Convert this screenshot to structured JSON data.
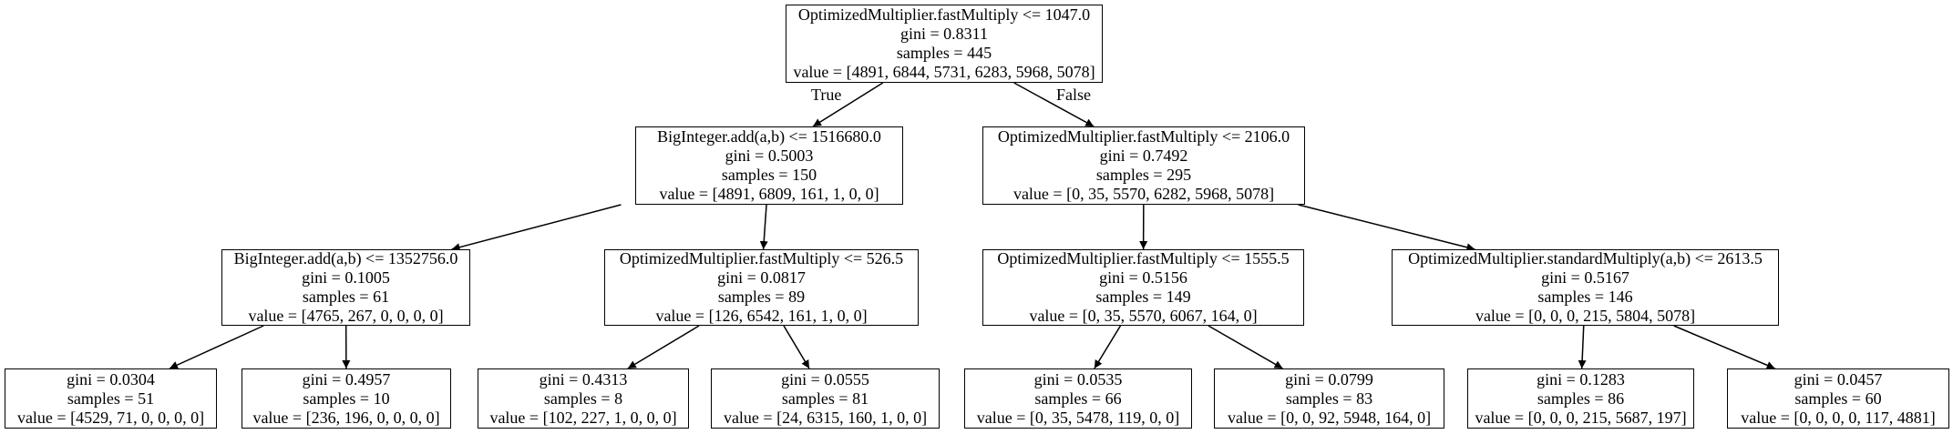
{
  "nodes": [
    {
      "id": "n0",
      "lines": [
        "OptimizedMultiplier.fastMultiply <= 1047.0",
        "gini = 0.8311",
        "samples = 445",
        "value = [4891, 6844, 5731, 6283, 5968, 5078]"
      ]
    },
    {
      "id": "n1",
      "lines": [
        "BigInteger.add(a,b) <= 1516680.0",
        "gini = 0.5003",
        "samples = 150",
        "value = [4891, 6809, 161, 1, 0, 0]"
      ]
    },
    {
      "id": "n2",
      "lines": [
        "OptimizedMultiplier.fastMultiply <= 2106.0",
        "gini = 0.7492",
        "samples = 295",
        "value = [0, 35, 5570, 6282, 5968, 5078]"
      ]
    },
    {
      "id": "n3",
      "lines": [
        "BigInteger.add(a,b) <= 1352756.0",
        "gini = 0.1005",
        "samples = 61",
        "value = [4765, 267, 0, 0, 0, 0]"
      ]
    },
    {
      "id": "n4",
      "lines": [
        "OptimizedMultiplier.fastMultiply <= 526.5",
        "gini = 0.0817",
        "samples = 89",
        "value = [126, 6542, 161, 1, 0, 0]"
      ]
    },
    {
      "id": "n5",
      "lines": [
        "OptimizedMultiplier.fastMultiply <= 1555.5",
        "gini = 0.5156",
        "samples = 149",
        "value = [0, 35, 5570, 6067, 164, 0]"
      ]
    },
    {
      "id": "n6",
      "lines": [
        "OptimizedMultiplier.standardMultiply(a,b) <= 2613.5",
        "gini = 0.5167",
        "samples = 146",
        "value = [0, 0, 0, 215, 5804, 5078]"
      ]
    },
    {
      "id": "n7",
      "lines": [
        "gini = 0.0304",
        "samples = 51",
        "value = [4529, 71, 0, 0, 0, 0]"
      ]
    },
    {
      "id": "n8",
      "lines": [
        "gini = 0.4957",
        "samples = 10",
        "value = [236, 196, 0, 0, 0, 0]"
      ]
    },
    {
      "id": "n9",
      "lines": [
        "gini = 0.4313",
        "samples = 8",
        "value = [102, 227, 1, 0, 0, 0]"
      ]
    },
    {
      "id": "n10",
      "lines": [
        "gini = 0.0555",
        "samples = 81",
        "value = [24, 6315, 160, 1, 0, 0]"
      ]
    },
    {
      "id": "n11",
      "lines": [
        "gini = 0.0535",
        "samples = 66",
        "value = [0, 35, 5478, 119, 0, 0]"
      ]
    },
    {
      "id": "n12",
      "lines": [
        "gini = 0.0799",
        "samples = 83",
        "value = [0, 0, 92, 5948, 164, 0]"
      ]
    },
    {
      "id": "n13",
      "lines": [
        "gini = 0.1283",
        "samples = 86",
        "value = [0, 0, 0, 215, 5687, 197]"
      ]
    },
    {
      "id": "n14",
      "lines": [
        "gini = 0.0457",
        "samples = 60",
        "value = [0, 0, 0, 0, 117, 4881]"
      ]
    }
  ],
  "edges": [
    {
      "from": "n0",
      "to": "n1",
      "label": "True"
    },
    {
      "from": "n0",
      "to": "n2",
      "label": "False"
    },
    {
      "from": "n1",
      "to": "n3",
      "label": ""
    },
    {
      "from": "n1",
      "to": "n4",
      "label": ""
    },
    {
      "from": "n2",
      "to": "n5",
      "label": ""
    },
    {
      "from": "n2",
      "to": "n6",
      "label": ""
    },
    {
      "from": "n3",
      "to": "n7",
      "label": ""
    },
    {
      "from": "n3",
      "to": "n8",
      "label": ""
    },
    {
      "from": "n4",
      "to": "n9",
      "label": ""
    },
    {
      "from": "n4",
      "to": "n10",
      "label": ""
    },
    {
      "from": "n5",
      "to": "n11",
      "label": ""
    },
    {
      "from": "n5",
      "to": "n12",
      "label": ""
    },
    {
      "from": "n6",
      "to": "n13",
      "label": ""
    },
    {
      "from": "n6",
      "to": "n14",
      "label": ""
    }
  ]
}
